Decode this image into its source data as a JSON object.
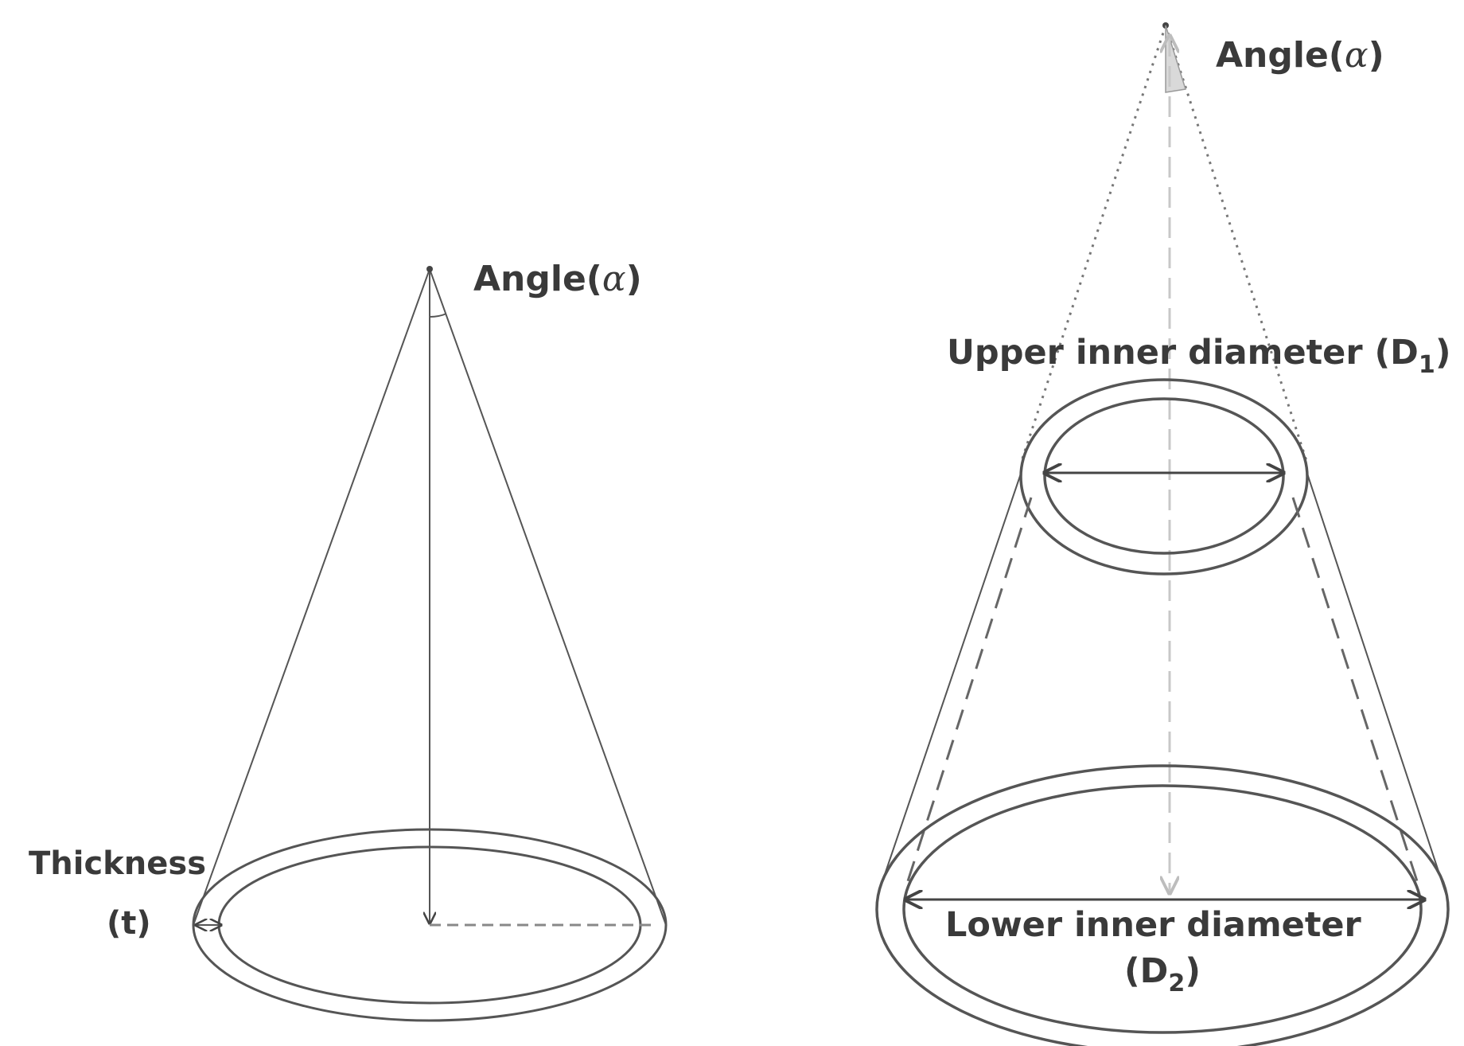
{
  "left_figure": {
    "angle_label": "Angle(",
    "angle_symbol": "α",
    "angle_close": ")",
    "thickness_label_line1": "Thickness",
    "thickness_label_line2": "(t)"
  },
  "right_figure": {
    "angle_label": "Angle(",
    "angle_symbol": "α",
    "angle_close": ")",
    "upper_label": "Upper inner diameter (D",
    "upper_sub": "1",
    "upper_close": ")",
    "lower_label": "Lower inner diameter",
    "lower_label_line2": "(D",
    "lower_sub": "2",
    "lower_close": ")"
  },
  "colors": {
    "stroke": "#555555",
    "light_stroke": "#c8c8c8",
    "text": "#3a3a3a"
  }
}
